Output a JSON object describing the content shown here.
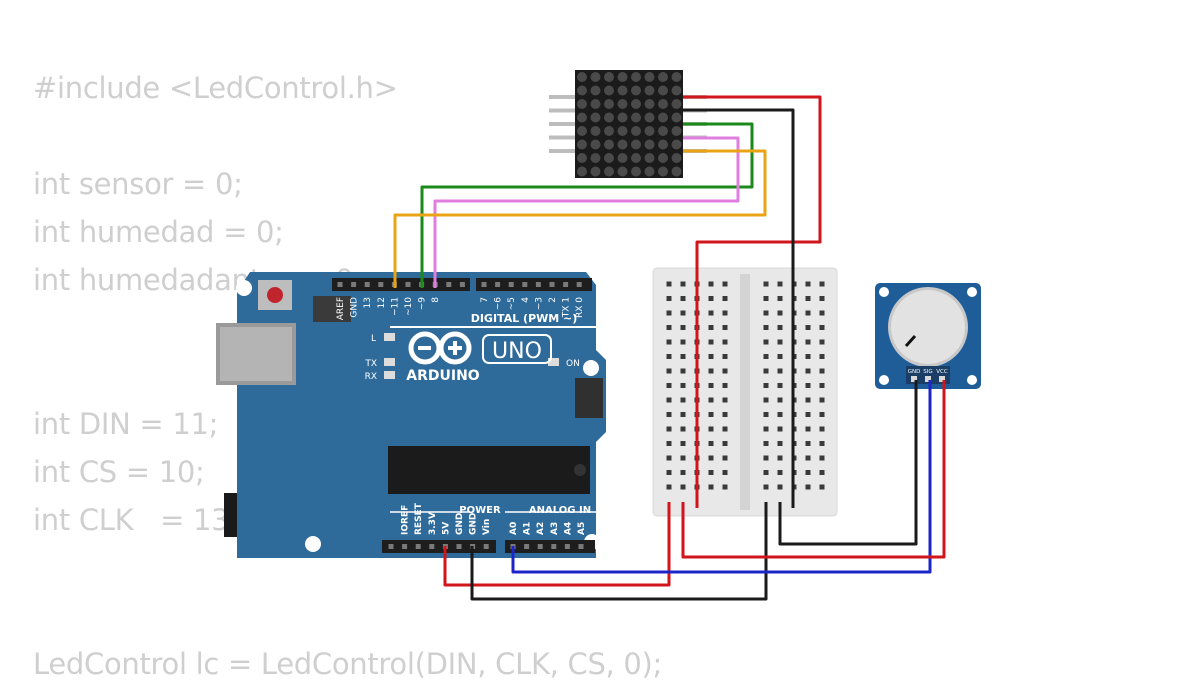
{
  "code_lines": [
    "#include <LedControl.h>",
    "",
    "int sensor = 0;",
    "int humedad = 0;",
    "int humedadantes = 0;",
    "",
    "",
    "int DIN = 11;",
    "int CS = 10;",
    "int CLK   = 13;",
    "",
    "",
    "LedControl lc = LedControl(DIN, CLK, CS, 0);"
  ],
  "arduino": {
    "brand": "ARDUINO",
    "model": "UNO",
    "digital_label": "DIGITAL (PWM ~)",
    "power_label": "POWER",
    "analog_label": "ANALOG IN",
    "led_l": "L",
    "led_tx": "TX",
    "led_rx": "RX",
    "led_on": "ON",
    "digital_pins": [
      "AREF",
      "GND",
      "13",
      "12",
      "~11",
      "~10",
      "~9",
      "8",
      "7",
      "~6",
      "~5",
      "4",
      "~3",
      "2",
      "TX 1",
      "RX 0"
    ],
    "power_pins": [
      "IOREF",
      "RESET",
      "3.3V",
      "5V",
      "GND",
      "GND",
      "Vin"
    ],
    "analog_pins": [
      "A0",
      "A1",
      "A2",
      "A3",
      "A4",
      "A5"
    ]
  },
  "sensor": {
    "pins": [
      "GND",
      "SIG",
      "VCC"
    ]
  },
  "colors": {
    "board": "#2e6b9b",
    "code_text": "#cfcfcf",
    "wire_red": "#d0161b",
    "wire_black": "#1a1a1a",
    "wire_green": "#1a8a1a",
    "wire_pink": "#e07ee0",
    "wire_orange": "#e8a414",
    "wire_blue": "#1c25c8",
    "sensor_board": "#1f5d99"
  }
}
